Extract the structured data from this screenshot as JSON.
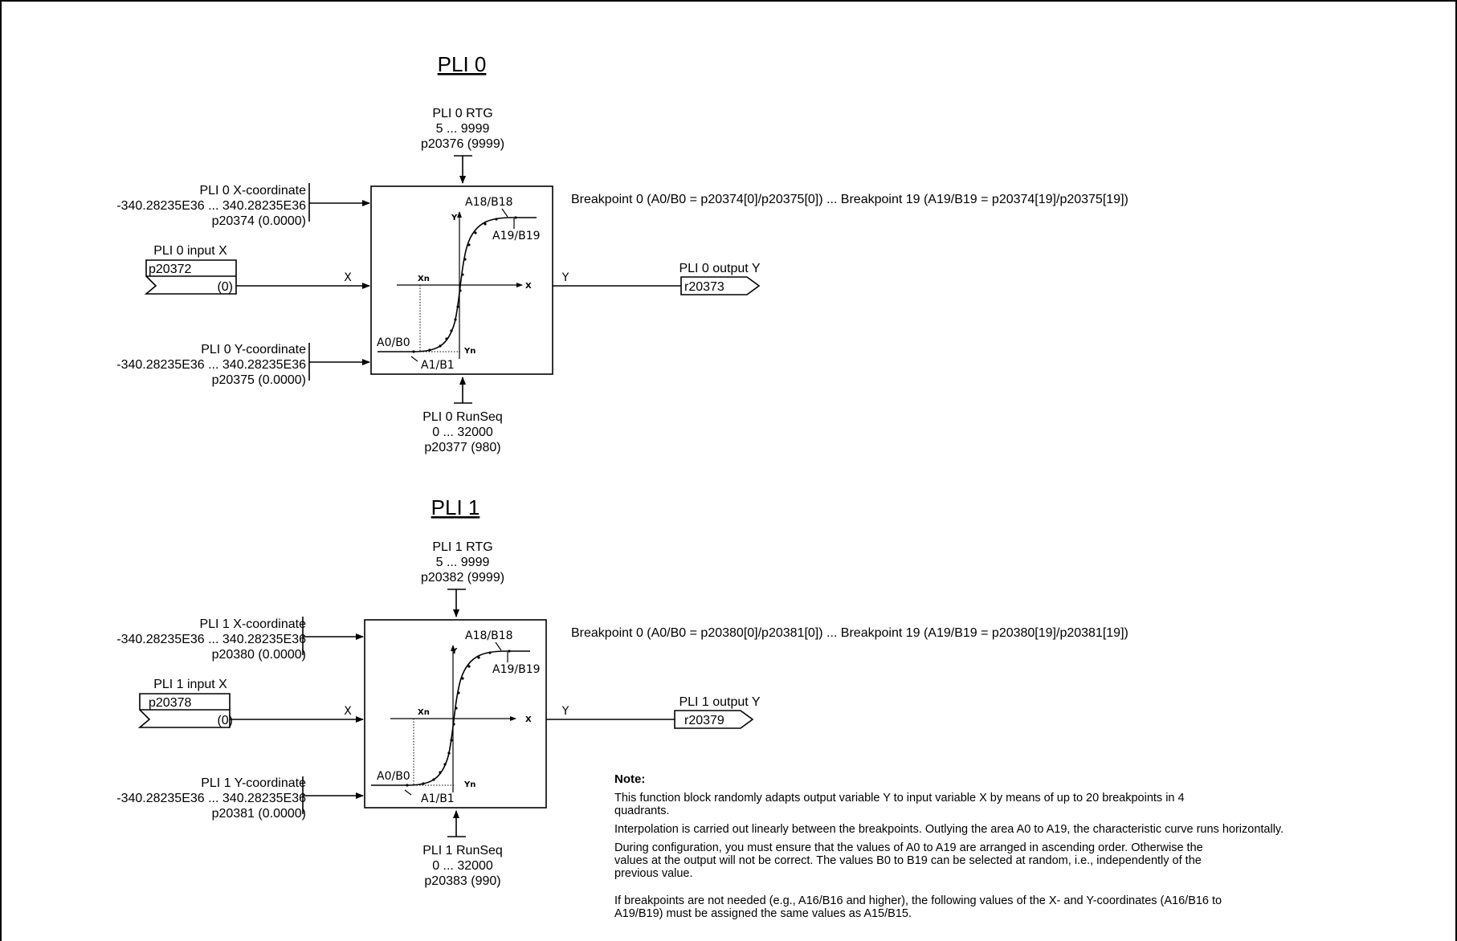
{
  "blocks": [
    {
      "title": "PLI 0",
      "rtg": {
        "name": "PLI 0 RTG",
        "range": "5 ... 9999",
        "param": "p20376 (9999)"
      },
      "xcoord": {
        "name": "PLI 0 X-coordinate",
        "range": "-340.28235E36 ... 340.28235E36",
        "param": "p20374 (0.0000)"
      },
      "input": {
        "name": "PLI 0 input X",
        "param": "p20372",
        "default": "(0)",
        "signal": "X"
      },
      "ycoord": {
        "name": "PLI 0 Y-coordinate",
        "range": "-340.28235E36 ... 340.28235E36",
        "param": "p20375 (0.0000)"
      },
      "runseq": {
        "name": "PLI 0 RunSeq",
        "range": "0 ... 32000",
        "param": "p20377 (980)"
      },
      "breakpoints": "Breakpoint 0 (A0/B0 = p20374[0]/p20375[0]) ... Breakpoint 19 (A19/B19 = p20374[19]/p20375[19])",
      "output": {
        "name": "PLI 0 output Y",
        "param": "r20373",
        "signal": "Y"
      },
      "graph": {
        "a18": "A18/B18",
        "a19": "A19/B19",
        "a0": "A0/B0",
        "a1": "A1/B1",
        "y_axis": "Y",
        "x_axis": "X",
        "xn": "Xn",
        "yn": "Yn"
      }
    },
    {
      "title": "PLI 1",
      "rtg": {
        "name": "PLI 1 RTG",
        "range": "5 ... 9999",
        "param": "p20382 (9999)"
      },
      "xcoord": {
        "name": "PLI 1 X-coordinate",
        "range": "-340.28235E36 ... 340.28235E36",
        "param": "p20380 (0.0000)"
      },
      "input": {
        "name": "PLI 1 input X",
        "param": "p20378",
        "default": "(0)",
        "signal": "X"
      },
      "ycoord": {
        "name": "PLI 1 Y-coordinate",
        "range": "-340.28235E36 ... 340.28235E36",
        "param": "p20381 (0.0000)"
      },
      "runseq": {
        "name": "PLI 1 RunSeq",
        "range": "0 ... 32000",
        "param": "p20383 (990)"
      },
      "breakpoints": "Breakpoint 0 (A0/B0 = p20380[0]/p20381[0]) ... Breakpoint 19 (A19/B19 = p20380[19]/p20381[19])",
      "output": {
        "name": "PLI 1 output Y",
        "param": "r20379",
        "signal": "Y"
      },
      "graph": {
        "a18": "A18/B18",
        "a19": "A19/B19",
        "a0": "A0/B0",
        "a1": "A1/B1",
        "y_axis": "Y",
        "x_axis": "X",
        "xn": "Xn",
        "yn": "Yn"
      }
    }
  ],
  "note": {
    "title": "Note:",
    "lines": [
      "This function block randomly adapts output variable Y to input variable X by means of up to 20 breakpoints in 4",
      "quadrants.",
      "Interpolation is carried out linearly between the breakpoints. Outlying the area A0 to A19, the characteristic curve runs horizontally.",
      "During configuration, you must ensure that the values of A0 to A19 are arranged in ascending order. Otherwise the",
      "values at the output will not be correct. The values B0 to B19 can be selected at random, i.e., independently of the",
      "previous value.",
      "If breakpoints are not needed (e.g., A16/B16 and higher), the following values of the X- and Y-coordinates (A16/B16 to",
      "A19/B19) must be assigned the same values as A15/B15."
    ]
  }
}
